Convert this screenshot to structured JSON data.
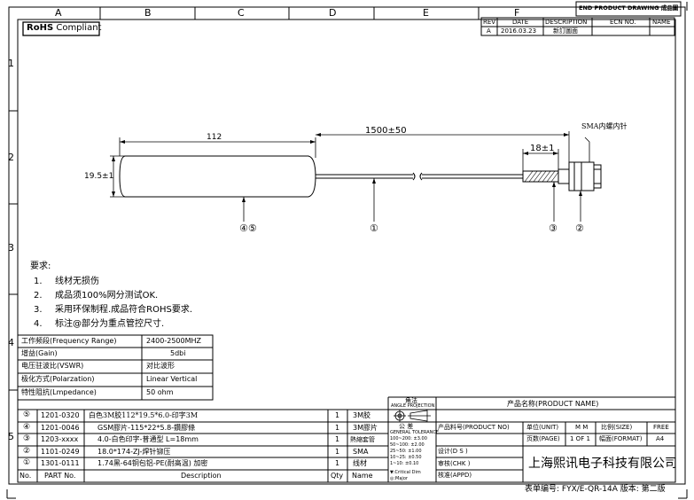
{
  "columns": [
    "A",
    "B",
    "C",
    "D",
    "E",
    "F"
  ],
  "rows": [
    "1",
    "2",
    "3",
    "4",
    "5"
  ],
  "rohs": {
    "bold": "RoHS",
    "rest": "Compliant"
  },
  "title_box": "END PRODUCT DRAWING 成品圖",
  "revision": {
    "headers": [
      "REV",
      "DATE",
      "DESCRIPTION",
      "ECN NO.",
      "NAME"
    ],
    "row": [
      "A",
      "2016.03.23",
      "新訂圖面",
      "",
      ""
    ]
  },
  "dimensions": {
    "length_antenna": "112",
    "length_cable": "1500±50",
    "strip": "18±1",
    "height": "19.5±1",
    "sma_note": "SMA内螺内针"
  },
  "callouts": {
    "c45": "④⑤",
    "c1": "①",
    "c3": "③",
    "c2": "②"
  },
  "requirements": {
    "title": "要求:",
    "items": [
      {
        "num": "1.",
        "text": "线材无损伤"
      },
      {
        "num": "2.",
        "text": "成品须100%网分测试OK."
      },
      {
        "num": "3.",
        "text": "采用环保制程.成品符合ROHS要求."
      },
      {
        "num": "4.",
        "text": "标注@部分为重点管控尺寸."
      }
    ]
  },
  "specs": [
    {
      "label": "工作频段(Frequency Range)",
      "value": "2400-2500MHZ"
    },
    {
      "label": "增益(Gain)",
      "value": "5dbi"
    },
    {
      "label": "电压驻波比(VSWR)",
      "value": "对比波形"
    },
    {
      "label": "极化方式(Polarzation)",
      "value": "Linear Vertical"
    },
    {
      "label": "特性阻抗(Lmpedance)",
      "value": "50 ohm"
    }
  ],
  "bom": {
    "header": {
      "no": "No.",
      "part": "PART No.",
      "desc": "Description",
      "qty": "Qty",
      "name": "Name"
    },
    "items": [
      {
        "no": "⑤",
        "part": "1201-0320",
        "desc": "白色3M胶112*19.5*6.0-印字3M",
        "qty": "1",
        "name": "3M胶"
      },
      {
        "no": "④",
        "part": "1201-0046",
        "desc": "GSM膠片-115*22*5.8-鑽膠條",
        "qty": "1",
        "name": "3M膠片"
      },
      {
        "no": "③",
        "part": "1203-xxxx",
        "desc": "4.0-白色印字-普通型 L=18mm",
        "qty": "1",
        "name": "熱縮套管"
      },
      {
        "no": "②",
        "part": "1101-0249",
        "desc": "18.0*174-ZJ-焊针铆压",
        "qty": "1",
        "name": "SMA"
      },
      {
        "no": "①",
        "part": "1301-0111",
        "desc": "1.74黑-64铜包铝-PE(耐高温) 加密",
        "qty": "1",
        "name": "线材"
      }
    ]
  },
  "projection": {
    "title1": "角法",
    "title2": "ANGLE PROJECTION",
    "tol_title1": "公  差",
    "tol_title2": "GENERAL TOLERANCE",
    "tol_lines": [
      "100~200: ±3.00",
      "50~100: ±2.00",
      "25~50: ±1.00",
      "10~25: ±0.50",
      "1~10: ±0.10"
    ],
    "critical": "▼:Critical Dim",
    "major": "◎:Major"
  },
  "title_block": {
    "product_name": "产品名称(PRODUCT NAME)",
    "product_no": "产品料号(PRODUCT NO)",
    "unit_label": "单位(UNIT)",
    "unit_val": "M M",
    "scale_label": "比例(SIZE)",
    "scale_val": "FREE",
    "page_label": "页数(PAGE)",
    "page_val": "1 OF 1",
    "format_label": "幅面(FORMAT)",
    "format_val": "A4",
    "design": "设计(D S )",
    "check": "审核(CHK )",
    "approve": "核准(APPD)",
    "company": "上海熙讯电子科技有限公司"
  },
  "footer": "表单编号: FYX/E-QR-14A  版本: 第二版"
}
